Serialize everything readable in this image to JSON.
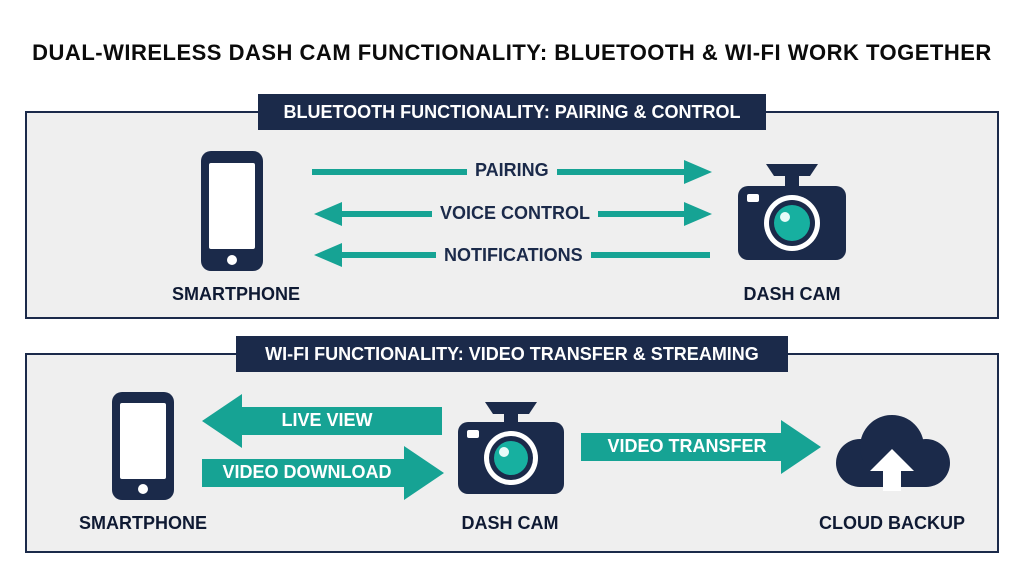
{
  "title": "DUAL-WIRELESS DASH CAM FUNCTIONALITY: BLUETOOTH & WI-FI WORK TOGETHER",
  "bluetooth": {
    "banner": "BLUETOOTH FUNCTIONALITY: PAIRING & CONTROL",
    "left_device": {
      "label": "SMARTPHONE",
      "icon": "smartphone-icon"
    },
    "right_device": {
      "label": "DASH CAM",
      "icon": "camera-icon"
    },
    "arrows": [
      {
        "label": "PAIRING",
        "direction": "right"
      },
      {
        "label": "VOICE CONTROL",
        "direction": "both"
      },
      {
        "label": "NOTIFICATIONS",
        "direction": "left"
      }
    ]
  },
  "wifi": {
    "banner": "WI-FI FUNCTIONALITY: VIDEO TRANSFER & STREAMING",
    "left_device": {
      "label": "SMARTPHONE",
      "icon": "smartphone-icon"
    },
    "center_device": {
      "label": "DASH CAM",
      "icon": "camera-icon"
    },
    "right_device": {
      "label": "CLOUD BACKUP",
      "icon": "cloud-upload-icon"
    },
    "arrows": [
      {
        "label": "LIVE VIEW",
        "direction": "left"
      },
      {
        "label": "VIDEO DOWNLOAD",
        "direction": "right"
      },
      {
        "label": "VIDEO TRANSFER",
        "direction": "right"
      }
    ]
  },
  "colors": {
    "navy": "#1b2a4a",
    "teal": "#16a394",
    "panel": "#efefef"
  }
}
